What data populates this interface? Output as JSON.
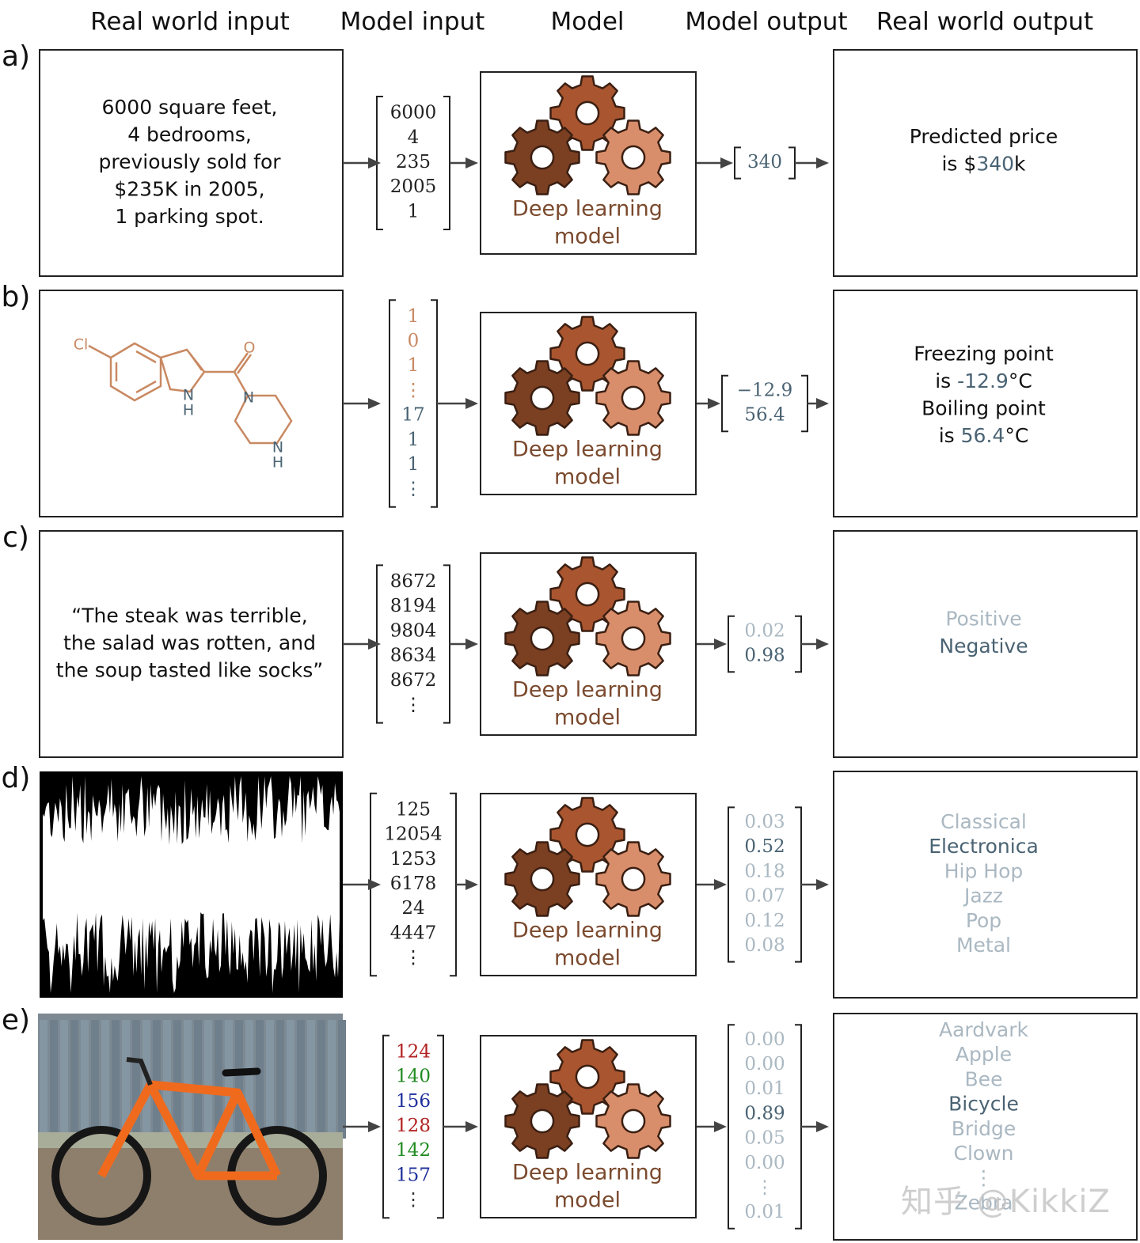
{
  "headers": [
    "Real world input",
    "Model input",
    "Model",
    "Model output",
    "Real world output"
  ],
  "model_label": [
    "Deep learning",
    "model"
  ],
  "colors": {
    "gear_dark": "#7b3f22",
    "gear_mid": "#a9552f",
    "gear_light": "#d98e6b",
    "model_text": "#7b4a2e",
    "highlight": "#4a6373",
    "faded": "#aab8c2",
    "molecule": "#c98962",
    "molecule_atom": "#4a6373"
  },
  "rows": [
    {
      "tag": "a)",
      "input_text": [
        "6000 square feet,",
        "4 bedrooms,",
        "previously sold for",
        "$235K in 2005,",
        "1 parking spot."
      ],
      "vector": [
        "6000",
        "4",
        "235",
        "2005",
        "1"
      ],
      "outputs": [
        {
          "v": "340",
          "hl": true
        }
      ],
      "result_lines": [
        [
          {
            "t": "Predicted price",
            "c": "#111111"
          }
        ],
        [
          {
            "t": "is $",
            "c": "#111111"
          },
          {
            "t": "340",
            "c": "#4a6373"
          },
          {
            "t": "k",
            "c": "#111111"
          }
        ]
      ]
    },
    {
      "tag": "b)",
      "molecule_atoms": [
        "Cl",
        "O",
        "N",
        "H",
        "N",
        "N",
        "H"
      ],
      "vector": [
        {
          "v": "1",
          "c": "#c98962"
        },
        {
          "v": "0",
          "c": "#c98962"
        },
        {
          "v": "1",
          "c": "#c98962"
        },
        {
          "v": "⋮",
          "c": "#c98962"
        },
        {
          "v": "17",
          "c": "#4a6373"
        },
        {
          "v": "1",
          "c": "#4a6373"
        },
        {
          "v": "1",
          "c": "#4a6373"
        },
        {
          "v": "⋮",
          "c": "#4a6373"
        }
      ],
      "outputs": [
        {
          "v": "−12.9",
          "hl": true
        },
        {
          "v": "56.4",
          "hl": true
        }
      ],
      "result_lines": [
        [
          {
            "t": "Freezing point",
            "c": "#111111"
          }
        ],
        [
          {
            "t": "is ",
            "c": "#111111"
          },
          {
            "t": "-12.9",
            "c": "#4a6373"
          },
          {
            "t": "°C",
            "c": "#111111"
          }
        ],
        [
          {
            "t": "Boiling point",
            "c": "#111111"
          }
        ],
        [
          {
            "t": "is ",
            "c": "#111111"
          },
          {
            "t": "56.4",
            "c": "#4a6373"
          },
          {
            "t": "°C",
            "c": "#111111"
          }
        ]
      ]
    },
    {
      "tag": "c)",
      "input_text": [
        "“The steak was terrible,",
        "the salad was rotten, and",
        "the soup tasted like socks”"
      ],
      "vector": [
        "8672",
        "8194",
        "9804",
        "8634",
        "8672",
        "⋮"
      ],
      "outputs": [
        {
          "v": "0.02",
          "hl": false
        },
        {
          "v": "0.98",
          "hl": true
        }
      ],
      "labels": [
        {
          "t": "Positive",
          "hl": false
        },
        {
          "t": "Negative",
          "hl": true
        }
      ]
    },
    {
      "tag": "d)",
      "vector": [
        "125",
        "12054",
        "1253",
        "6178",
        "24",
        "4447",
        "⋮"
      ],
      "outputs": [
        {
          "v": "0.03",
          "hl": false
        },
        {
          "v": "0.52",
          "hl": true
        },
        {
          "v": "0.18",
          "hl": false
        },
        {
          "v": "0.07",
          "hl": false
        },
        {
          "v": "0.12",
          "hl": false
        },
        {
          "v": "0.08",
          "hl": false
        }
      ],
      "labels": [
        {
          "t": "Classical",
          "hl": false
        },
        {
          "t": "Electronica",
          "hl": true
        },
        {
          "t": "Hip Hop",
          "hl": false
        },
        {
          "t": "Jazz",
          "hl": false
        },
        {
          "t": "Pop",
          "hl": false
        },
        {
          "t": "Metal",
          "hl": false
        }
      ]
    },
    {
      "tag": "e)",
      "vector": [
        {
          "v": "124",
          "c": "#b22222"
        },
        {
          "v": "140",
          "c": "#228b22"
        },
        {
          "v": "156",
          "c": "#1f2f9a"
        },
        {
          "v": "128",
          "c": "#b22222"
        },
        {
          "v": "142",
          "c": "#228b22"
        },
        {
          "v": "157",
          "c": "#1f2f9a"
        },
        {
          "v": "⋮",
          "c": "#333333"
        }
      ],
      "outputs": [
        {
          "v": "0.00",
          "hl": false
        },
        {
          "v": "0.00",
          "hl": false
        },
        {
          "v": "0.01",
          "hl": false
        },
        {
          "v": "0.89",
          "hl": true
        },
        {
          "v": "0.05",
          "hl": false
        },
        {
          "v": "0.00",
          "hl": false
        },
        {
          "v": "⋮",
          "hl": false
        },
        {
          "v": "0.01",
          "hl": false
        }
      ],
      "labels": [
        {
          "t": "Aardvark",
          "hl": false
        },
        {
          "t": "Apple",
          "hl": false
        },
        {
          "t": "Bee",
          "hl": false
        },
        {
          "t": "Bicycle",
          "hl": true
        },
        {
          "t": "Bridge",
          "hl": false
        },
        {
          "t": "Clown",
          "hl": false
        },
        {
          "t": "⋮",
          "hl": false
        },
        {
          "t": "Zebra",
          "hl": false
        }
      ]
    }
  ],
  "watermark": "知乎 @KikkiZ"
}
